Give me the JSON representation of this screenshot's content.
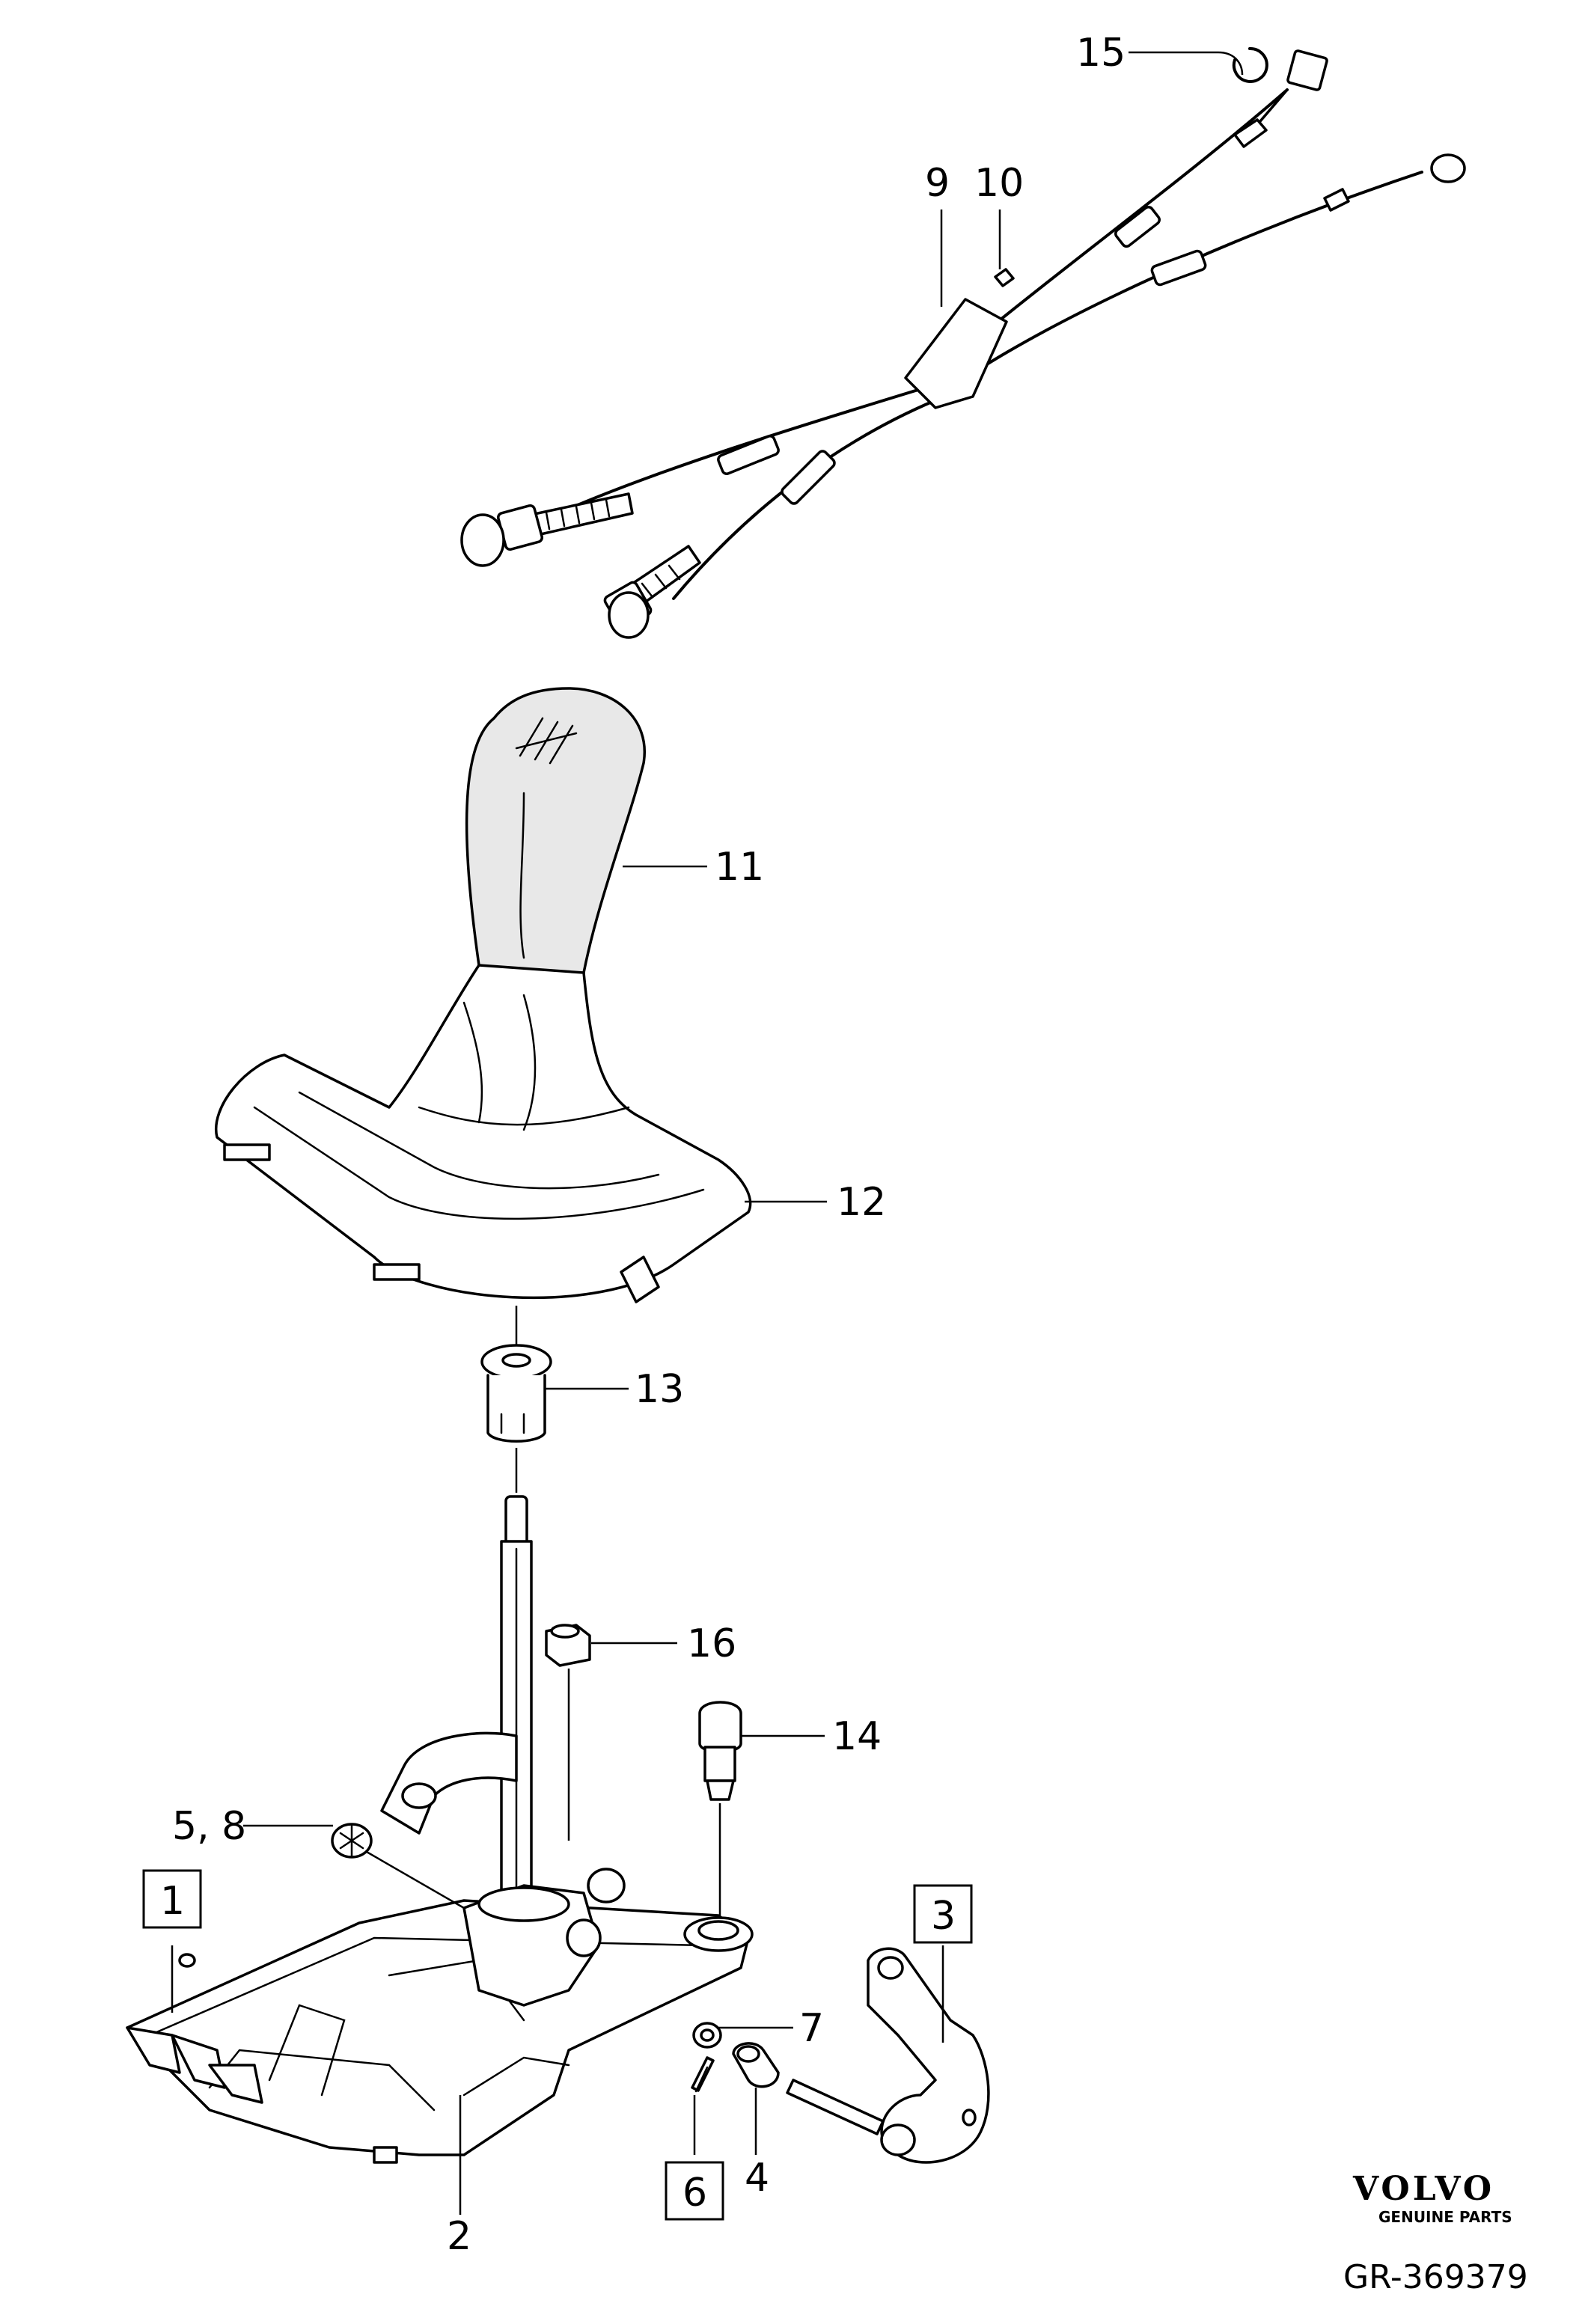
{
  "callouts": {
    "c1": "1",
    "c2": "2",
    "c3": "3",
    "c4": "4",
    "c5_8": "5, 8",
    "c6": "6",
    "c7": "7",
    "c9": "9",
    "c10": "10",
    "c11": "11",
    "c12": "12",
    "c13": "13",
    "c14": "14",
    "c15": "15",
    "c16": "16"
  },
  "brand": {
    "logo": "VOLVO",
    "tagline": "GENUINE PARTS"
  },
  "reference": "GR-369379"
}
